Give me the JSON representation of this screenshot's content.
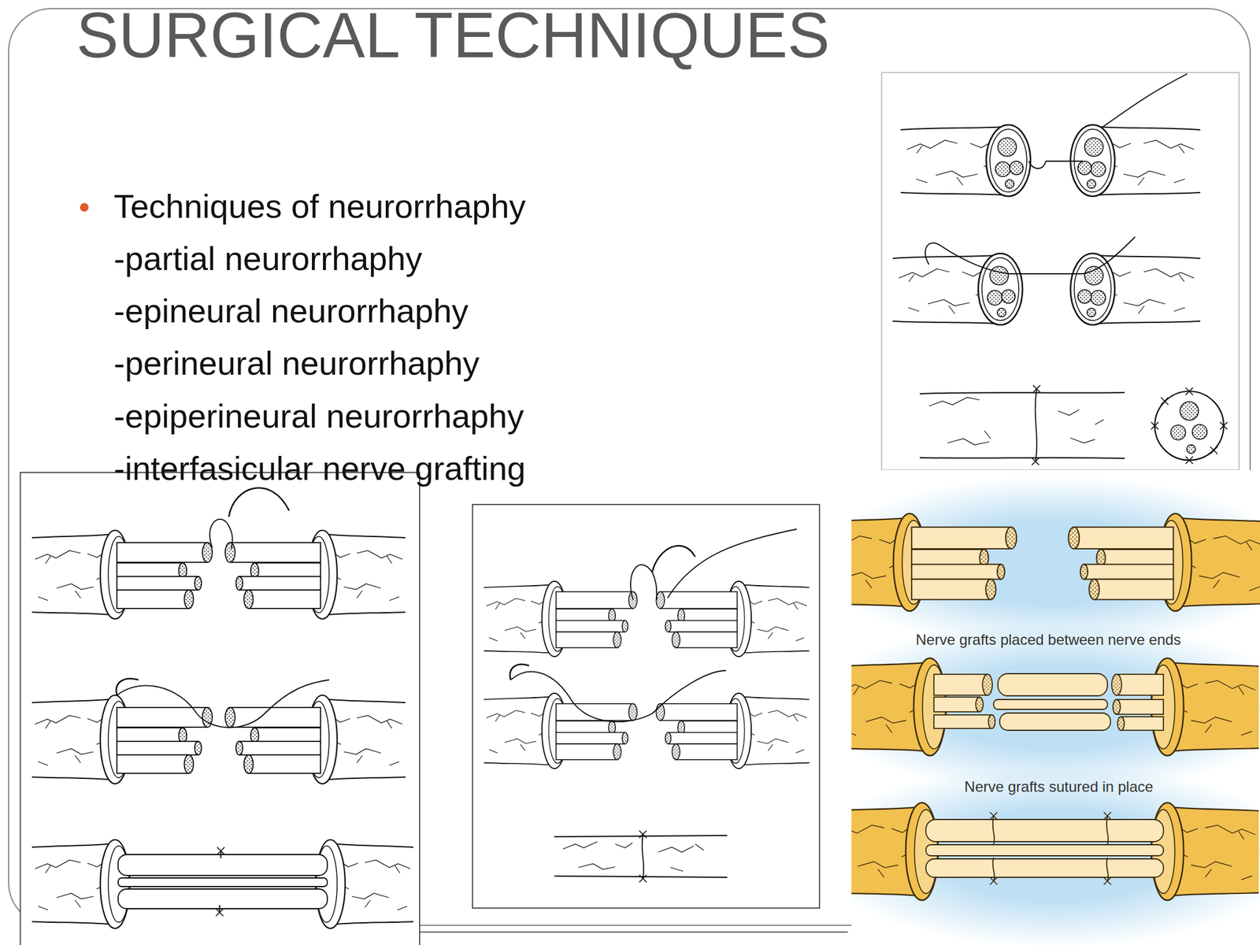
{
  "diagram": {
    "title": "SURGICAL TECHNIQUES",
    "labels": [
      "Techniques of neurorrhaphy",
      "-partial neurorrhaphy",
      "-epineural neurorrhaphy",
      "-perineural neurorrhaphy",
      "-epiperineural neurorrhaphy",
      "-interfasicular nerve grafting",
      "Nerve grafts placed between nerve ends",
      "Nerve grafts sutured in place"
    ]
  }
}
